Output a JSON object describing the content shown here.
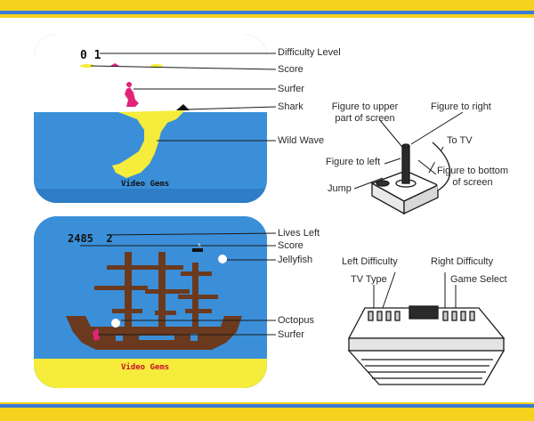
{
  "screen1": {
    "score_digits": "0 1",
    "footer": "Video Gems",
    "callouts": {
      "difficulty": "Difficulty Level",
      "score": "Score",
      "surfer": "Surfer",
      "shark": "Shark",
      "wave": "Wild Wave"
    }
  },
  "screen2": {
    "score": "2485",
    "lives": "2",
    "footer": "Video Gems",
    "callouts": {
      "lives": "Lives Left",
      "score": "Score",
      "jellyfish": "Jellyfish",
      "octopus": "Octopus",
      "surfer": "Surfer"
    }
  },
  "joystick": {
    "upper": "Figure to upper\npart of screen",
    "right": "Figure to right",
    "tv": "To TV",
    "left": "Figure to left",
    "bottom": "Figure to bottom\nof screen",
    "jump": "Jump"
  },
  "console": {
    "left_difficulty": "Left Difficulty",
    "right_difficulty": "Right Difficulty",
    "tv_type": "TV Type",
    "game_select": "Game Select"
  },
  "colors": {
    "band": "#f5d21e",
    "band_stripe": "#3a7bd5",
    "screen_sea": "#3b8fd8",
    "sand": "#f6ec3c",
    "ship": "#6b3a1e",
    "surfer": "#e2237a"
  }
}
